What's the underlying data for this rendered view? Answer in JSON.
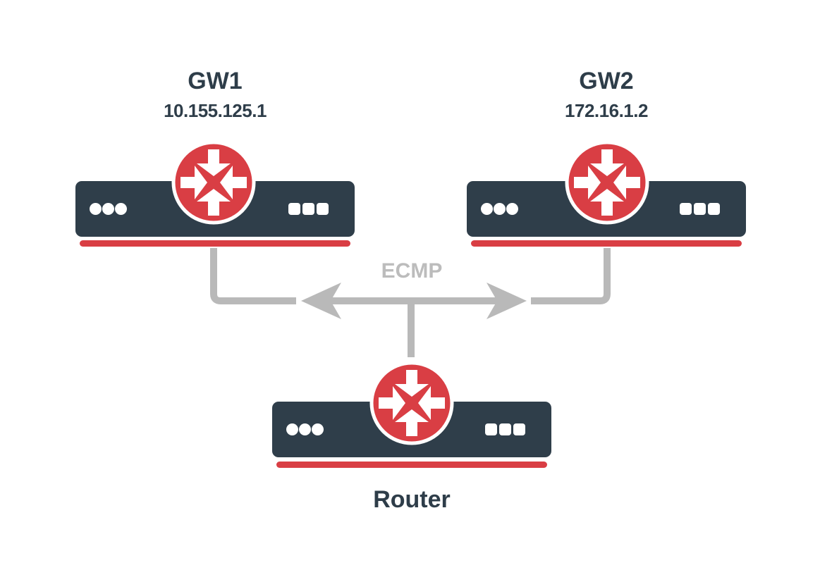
{
  "colors": {
    "background": "#ffffff",
    "chassis_dark": "#2f3e4a",
    "accent_red": "#d93e44",
    "connector_gray": "#b9b9b9",
    "ecmp_text_gray": "#bcbcbc",
    "label_text": "#2e3d49"
  },
  "nodes": {
    "gw1": {
      "name": "GW1",
      "ip": "10.155.125.1",
      "icon": "router-icon"
    },
    "gw2": {
      "name": "GW2",
      "ip": "172.16.1.2",
      "icon": "router-icon"
    },
    "router": {
      "name": "Router",
      "icon": "router-icon"
    }
  },
  "link": {
    "label": "ECMP",
    "type": "bidirectional-arrow"
  }
}
